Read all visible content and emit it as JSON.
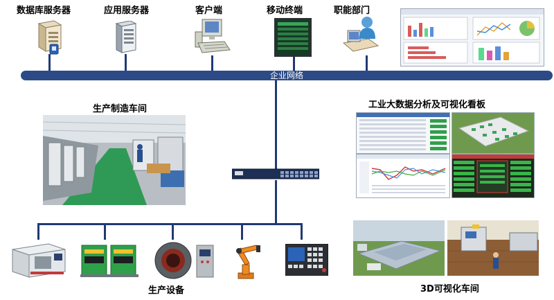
{
  "top_nodes": {
    "db_server": "数据库服务器",
    "app_server": "应用服务器",
    "client": "客户端",
    "mobile": "移动终端",
    "department": "职能部门"
  },
  "network_label": "企业网络",
  "workshop_label": "生产制造车间",
  "analytics_label": "工业大数据分析及可视化看板",
  "equipment_label": "生产设备",
  "workshop3d_label": "3D可视化车间",
  "colors": {
    "network_bar": "#2c4a86",
    "lines": "#1f3a73",
    "floor_green": "#2f9a55",
    "screen_green": "#39b54a"
  }
}
